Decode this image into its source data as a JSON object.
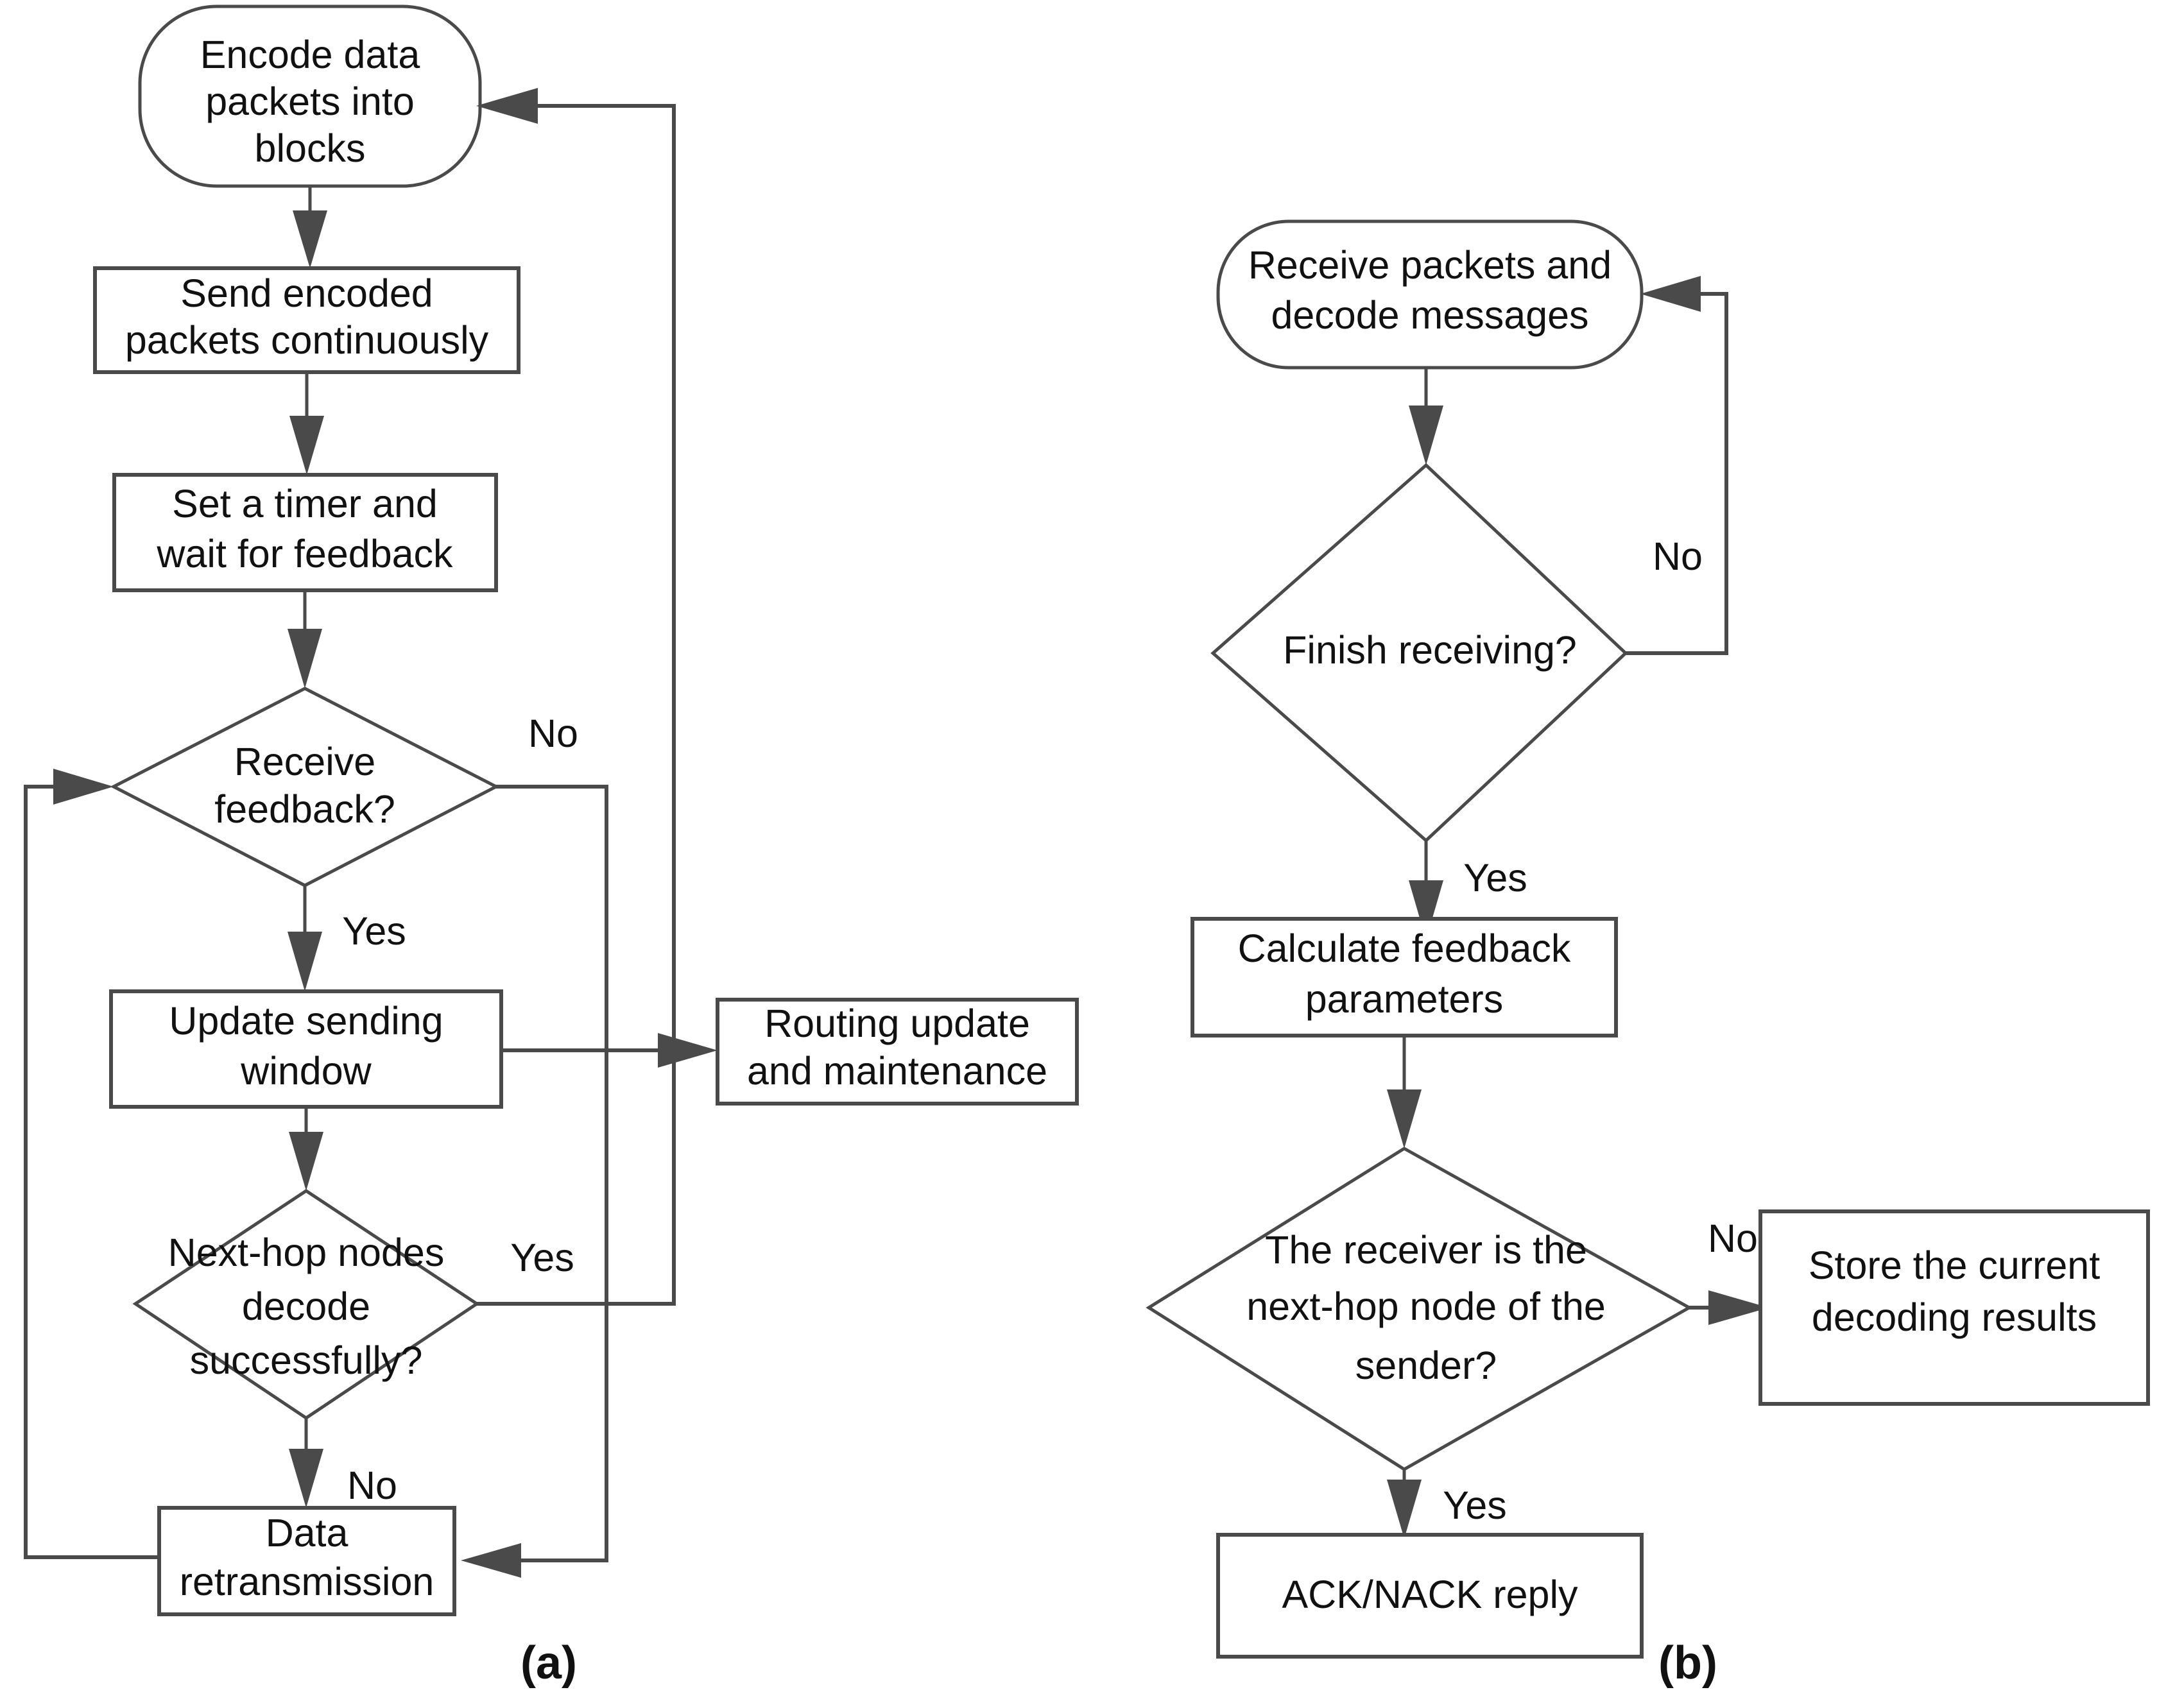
{
  "figure": {
    "type": "flowchart-pair",
    "description": "Two-panel protocol flowchart: sender side (a) and receiver side (b)",
    "background_color": "#ffffff",
    "line_color": "#4a4a4a",
    "text_color": "#111111"
  },
  "panel_a": {
    "caption": "(a)",
    "nodes": {
      "encode": {
        "label_line1": "Encode data",
        "label_line2": "packets into",
        "label_line3": "blocks",
        "shape": "rounded-terminal"
      },
      "send": {
        "label_line1": "Send encoded",
        "label_line2": "packets continuously",
        "shape": "rectangle"
      },
      "timer": {
        "label_line1": "Set a timer and",
        "label_line2": "wait for feedback",
        "shape": "rectangle"
      },
      "receive_feedback": {
        "label_line1": "Receive",
        "label_line2": "feedback?",
        "shape": "diamond"
      },
      "update_window": {
        "label_line1": "Update sending",
        "label_line2": "window",
        "shape": "rectangle"
      },
      "routing_update": {
        "label_line1": "Routing update",
        "label_line2": "and maintenance",
        "shape": "rectangle"
      },
      "nexthop_decode": {
        "label_line1": "Next-hop nodes",
        "label_line2": "decode",
        "label_line3": "successfully?",
        "shape": "diamond"
      },
      "retransmission": {
        "label_line1": "Data",
        "label_line2": "retransmission",
        "shape": "rectangle"
      }
    },
    "edge_labels": {
      "feedback_no": "No",
      "feedback_yes": "Yes",
      "decode_yes": "Yes",
      "decode_no": "No"
    }
  },
  "panel_b": {
    "caption": "(b)",
    "nodes": {
      "receive_decode": {
        "label_line1": "Receive packets and",
        "label_line2": "decode messages",
        "shape": "rounded-terminal"
      },
      "finish_receiving": {
        "label_line1": "Finish receiving?",
        "shape": "diamond"
      },
      "calc_feedback": {
        "label_line1": "Calculate feedback",
        "label_line2": "parameters",
        "shape": "rectangle"
      },
      "is_nexthop": {
        "label_line1": "The receiver is the",
        "label_line2": "next-hop node of the",
        "label_line3": "sender?",
        "shape": "diamond"
      },
      "store_results": {
        "label_line1": "Store the current",
        "label_line2": "decoding results",
        "shape": "rectangle"
      },
      "ack_nack": {
        "label_line1": "ACK/NACK reply",
        "shape": "rectangle"
      }
    },
    "edge_labels": {
      "finish_no": "No",
      "finish_yes": "Yes",
      "nexthop_no": "No",
      "nexthop_yes": "Yes"
    }
  }
}
